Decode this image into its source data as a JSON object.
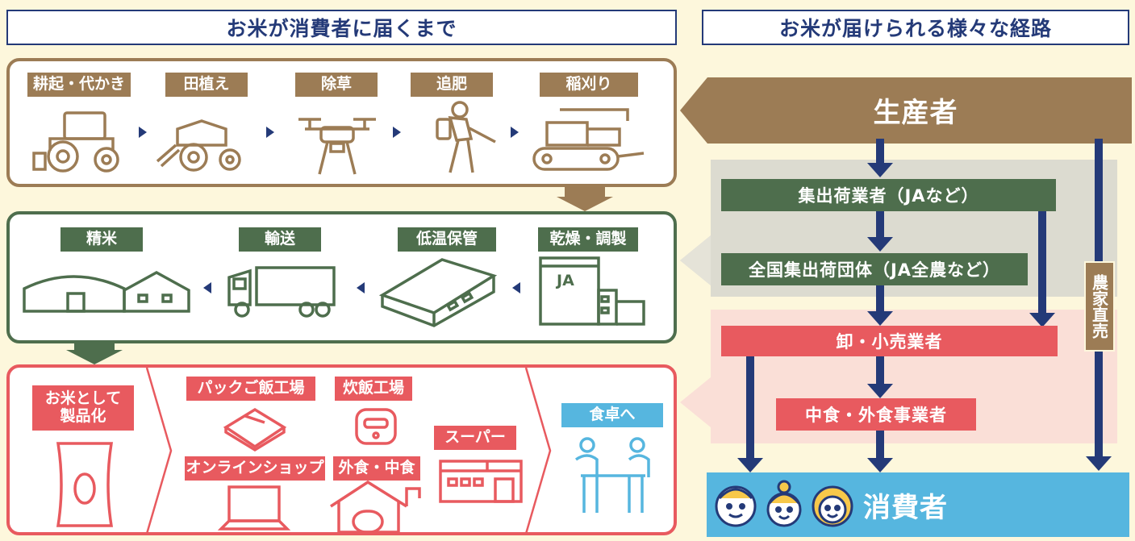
{
  "headers": {
    "left": "お米が消費者に届くまで",
    "right": "お米が届けられる様々な経路"
  },
  "steps": {
    "farming": [
      "耕起・代かき",
      "田植え",
      "除草",
      "追肥",
      "稲刈り"
    ],
    "processing": [
      "精米",
      "輸送",
      "低温保管",
      "乾燥・調製"
    ],
    "jaBadge": "JA",
    "retail": {
      "productize": "お米として\n製品化",
      "packRiceFactory": "パックご飯工場",
      "riceFactory": "炊飯工場",
      "supermarket": "スーパー",
      "onlineShop": "オンラインショップ",
      "dining": "外食・中食",
      "toTable": "食卓へ"
    }
  },
  "routes": {
    "producer": "生産者",
    "collector": "集出荷業者（JAなど）",
    "national": "全国集出荷団体（JA全農など）",
    "wholesale": "卸・小売業者",
    "foodService": "中食・外食事業者",
    "consumer": "消費者",
    "direct": "農家直売"
  },
  "colors": {
    "navy": "#243a78",
    "brown": "#9c7c55",
    "green": "#4e6e4d",
    "red": "#e85a5f",
    "blue": "#56b6df",
    "background": "#fdf7dc"
  }
}
